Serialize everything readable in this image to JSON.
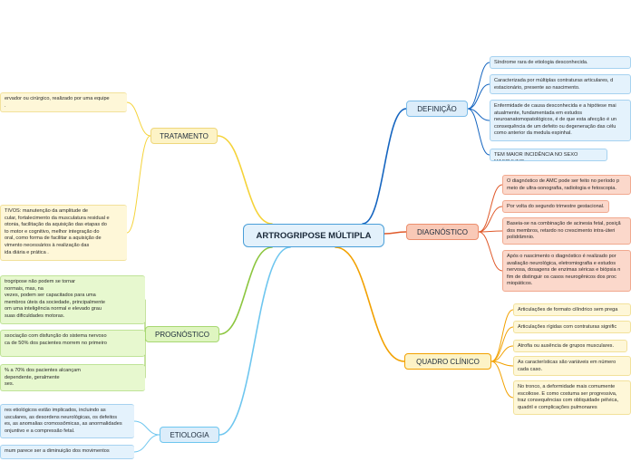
{
  "central": {
    "label": "ARTROGRIPOSE MÚLTIPLA"
  },
  "colors": {
    "definicao": "#1565c0",
    "diagnostico": "#e05a2b",
    "quadro": "#f2a100",
    "tratamento": "#f5d33a",
    "prognostico": "#8cc63f",
    "etiologia": "#6ec6ef"
  },
  "definicao": {
    "label": "DEFINIÇÃO",
    "items": [
      [
        "Síndrome rara de etiologia desconhecida."
      ],
      [
        "Caracterizada por múltiplas contraturas articulares, d",
        "estacionário, presente ao nascimento."
      ],
      [
        "Enfermidade de causa desconhecida e a hipótese mai",
        "atualmente, fundamentada em estudos",
        "neuroanatomopatológicos, é de que esta afecção é un",
        "consequência de um defeito ou degeneração das célu",
        "como anterior da medula espinhal."
      ],
      [
        "TEM MAIOR INCIDÊNCIA NO SEXO MASCULINO."
      ]
    ]
  },
  "diagnostico": {
    "label": "DIAGNÓSTICO",
    "items": [
      [
        "O diagnóstico de AMC pode ser feito no período p",
        "meio de ultra-sonografia, radiologia e fetoscopia."
      ],
      [
        "Por volta do segundo trimestre gestacional."
      ],
      [
        "Baseia-se na combinação de acinesia fetal, posiçã",
        "dos membros, retardo no crescimento intra-úteri",
        "polidrâmnio."
      ],
      [
        "Após o nascimento o diagnóstico é realizado por",
        "avaliação neurológica, eletromiografia e estudos",
        "nervosa, dosagens de enzimas séricas e biópsia n",
        "fim de distinguir os casos neurogênicos dos proc",
        "miopáticos."
      ]
    ]
  },
  "quadro": {
    "label": "QUADRO CLÍNICO",
    "items": [
      [
        "Articulações de formato cilíndrico sem prega"
      ],
      [
        "Articulações rígidas com contraturas signific"
      ],
      [
        "Atrofia ou ausência de grupos musculares."
      ],
      [
        "As características são variáveis em número",
        "cada caso."
      ],
      [
        "No tronco, a deformidade mais comumente",
        "escoliose. E como costuma ser progressiva,",
        "traz consequências com obliquidade pélvica,",
        "quadril e complicações pulmonares"
      ]
    ]
  },
  "tratamento": {
    "label": "TRATAMENTO",
    "items": [
      [
        "ervador ou cirúrgico, realizado por uma equipe",
        "."
      ],
      [
        "TIVOS:  manutenção da amplitude de",
        "cular, fortalecimento da musculatura residual e",
        "otonia, facilitação da aquisição das etapas do",
        "to motor e cognitivo, melhor integração do",
        "oral, como forma de facilitar a aquisição de",
        "vimento necessários à realização das",
        "ida diária e prática ."
      ]
    ]
  },
  "prognostico": {
    "label": "PROGNÓSTICO",
    "items": [
      [
        "trogripose não podem se tornar",
        "normais, mas, na",
        "vezes, podem ser capacitados para uma",
        "membros úteis da sociedade, principalmente",
        "om uma inteligência normal e elevado grau",
        "suas dificuldades motoras."
      ],
      [
        "ssociação com disfunção do sistema nervoso",
        "ca de 50% dos pacientes morrem no primeiro"
      ],
      [
        "% a 70% dos pacientes alcançam",
        "dependente, geralmente",
        "ses."
      ]
    ]
  },
  "etiologia": {
    "label": "ETIOLOGIA",
    "items": [
      [
        "res etiológicos estão implicados, incluindo as",
        "usculares, as desordens neurológicas, os defeitos",
        "es, as anomalias cromossômicas, as anormalidades",
        "onjuntivo e a compressão fetal."
      ],
      [
        "mum parece ser a diminuição dos movimentos"
      ]
    ]
  }
}
